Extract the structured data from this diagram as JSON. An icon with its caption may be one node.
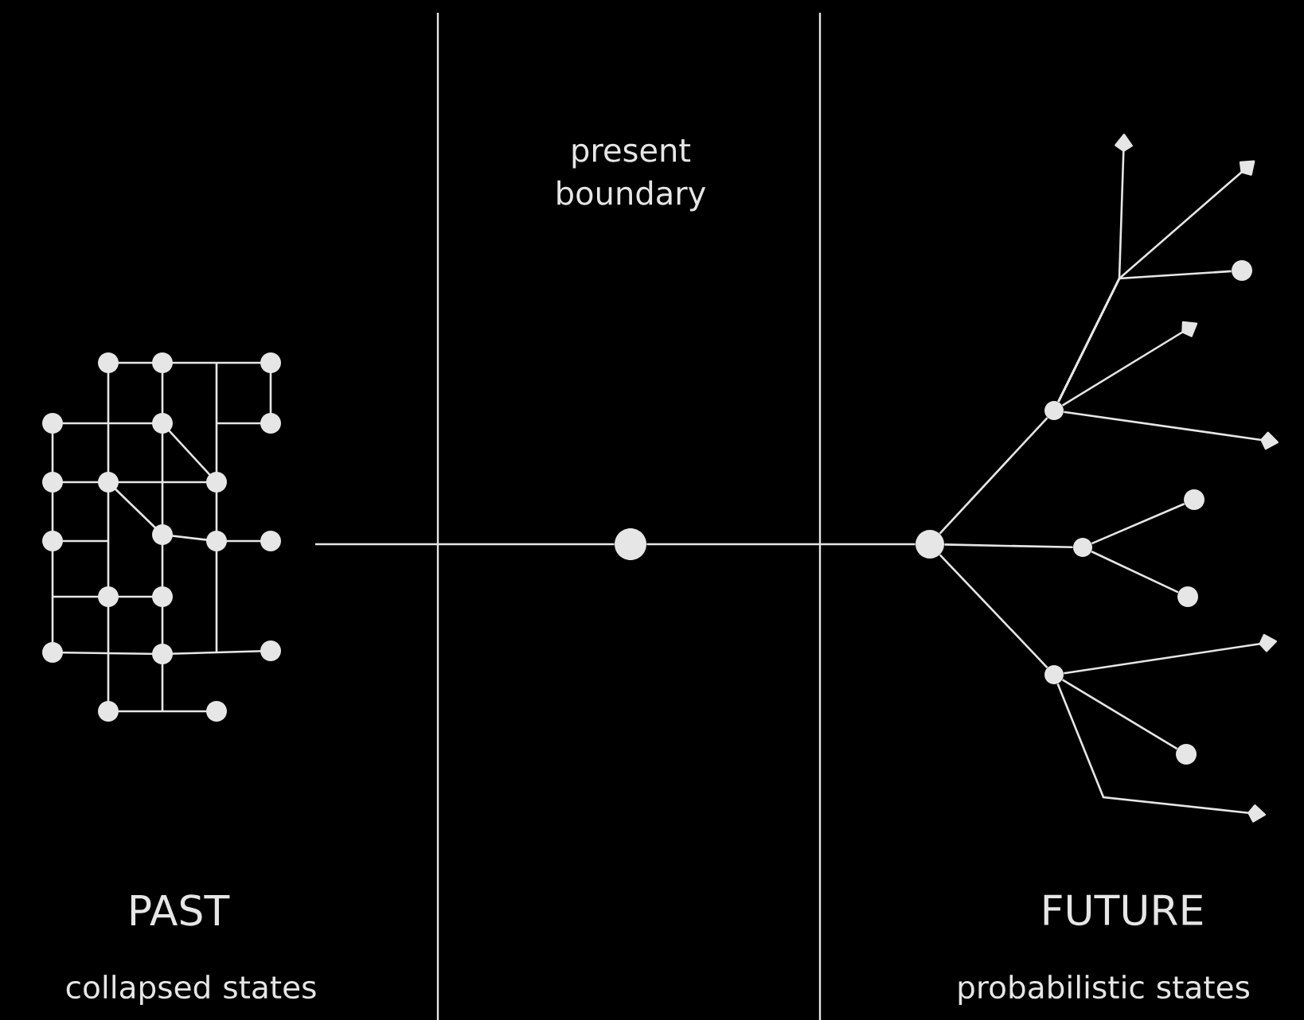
{
  "diagram": {
    "nodes": [
      {
        "text": [],
        "shape": "circle"
      },
      {
        "text": [],
        "shape": "circle"
      },
      {
        "text": [],
        "shape": "circle"
      },
      {
        "text": [],
        "shape": "circle"
      },
      {
        "text": [],
        "shape": "circle"
      },
      {
        "text": [],
        "shape": "circle"
      },
      {
        "text": [],
        "shape": "circle"
      },
      {
        "text": [],
        "shape": "circle"
      },
      {
        "text": [],
        "shape": "circle"
      }
    ],
    "edges": [
      {
        "from": null,
        "to": 0,
        "arrow": "none"
      },
      {
        "from": 0,
        "to": 1,
        "arrow": "none"
      },
      {
        "from": 1,
        "to": 2,
        "arrow": "none"
      },
      {
        "from": 1,
        "to": 3,
        "arrow": "none"
      },
      {
        "from": 1,
        "to": 4,
        "arrow": "none"
      },
      {
        "from": 2,
        "to": null,
        "arrow": "to"
      },
      {
        "from": 2,
        "to": null,
        "arrow": "to"
      },
      {
        "from": 2,
        "to": 5,
        "arrow": "none"
      },
      {
        "from": 2,
        "to": null,
        "arrow": "to"
      },
      {
        "from": 2,
        "to": null,
        "arrow": "to"
      },
      {
        "from": 3,
        "to": 6,
        "arrow": "none"
      },
      {
        "from": 3,
        "to": 7,
        "arrow": "none"
      },
      {
        "from": 4,
        "to": null,
        "arrow": "to"
      },
      {
        "from": 4,
        "to": 8,
        "arrow": "none"
      },
      {
        "from": 4,
        "to": null,
        "arrow": "to"
      }
    ],
    "labels": [
      "present boundary",
      "PAST",
      "FUTURE",
      "collapsed states",
      "probabilistic states"
    ]
  }
}
